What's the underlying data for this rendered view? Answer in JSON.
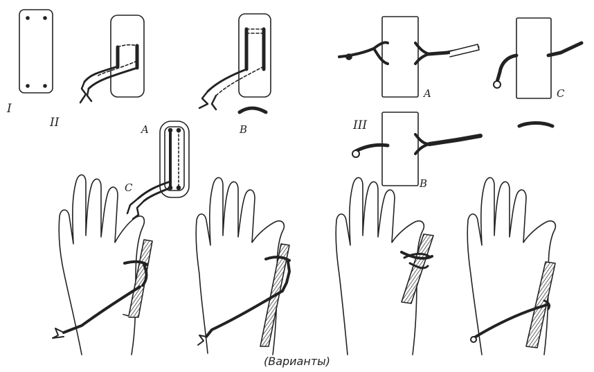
{
  "labels": {
    "I": "I",
    "II": "II",
    "III": "III",
    "A1": "A",
    "B1": "B",
    "C1": "C",
    "A2": "A",
    "C2": "C",
    "B2": "B"
  },
  "caption": "(Варианты)"
}
